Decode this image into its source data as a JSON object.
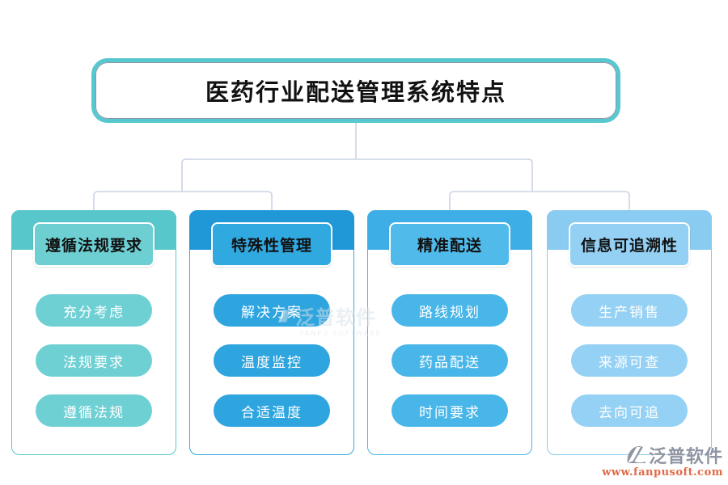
{
  "title": "医药行业配送管理系统特点",
  "colors": {
    "title_border": "#57c8cf",
    "connector": "#cbd3e3",
    "watermark_gray": "#d7dfe7",
    "logo_gray": "#8f95a3",
    "logo_orange": "#e06a48"
  },
  "columns": [
    {
      "header": "遵循法规要求",
      "items": [
        "充分考虑",
        "法规要求",
        "遵循法规"
      ],
      "colors": {
        "band": "#58c7cb",
        "header": "#6ecfd3",
        "pill": "#6fd0d4",
        "border": "#58c7cb"
      }
    },
    {
      "header": "特殊性管理",
      "items": [
        "解决方案",
        "温度监控",
        "合适温度"
      ],
      "colors": {
        "band": "#2098d8",
        "header": "#30a8e0",
        "pill": "#2ea5df",
        "border": "#36a9e0"
      }
    },
    {
      "header": "精准配送",
      "items": [
        "路线规划",
        "药品配送",
        "时间要求"
      ],
      "colors": {
        "band": "#3eafe6",
        "header": "#50bbeb",
        "pill": "#48b6e8",
        "border": "#48b6e8"
      }
    },
    {
      "header": "信息可追溯性",
      "items": [
        "生产销售",
        "来源可查",
        "去向可追"
      ],
      "colors": {
        "band": "#89cbf1",
        "header": "#93d0f3",
        "pill": "#95d1f4",
        "border": "#89cbf1"
      }
    }
  ],
  "watermark": {
    "name": "泛普软件",
    "subtext": "FANPU SOFTWARE"
  },
  "logo": {
    "name": "泛普软件",
    "url": "www.fanpusoft.com"
  }
}
